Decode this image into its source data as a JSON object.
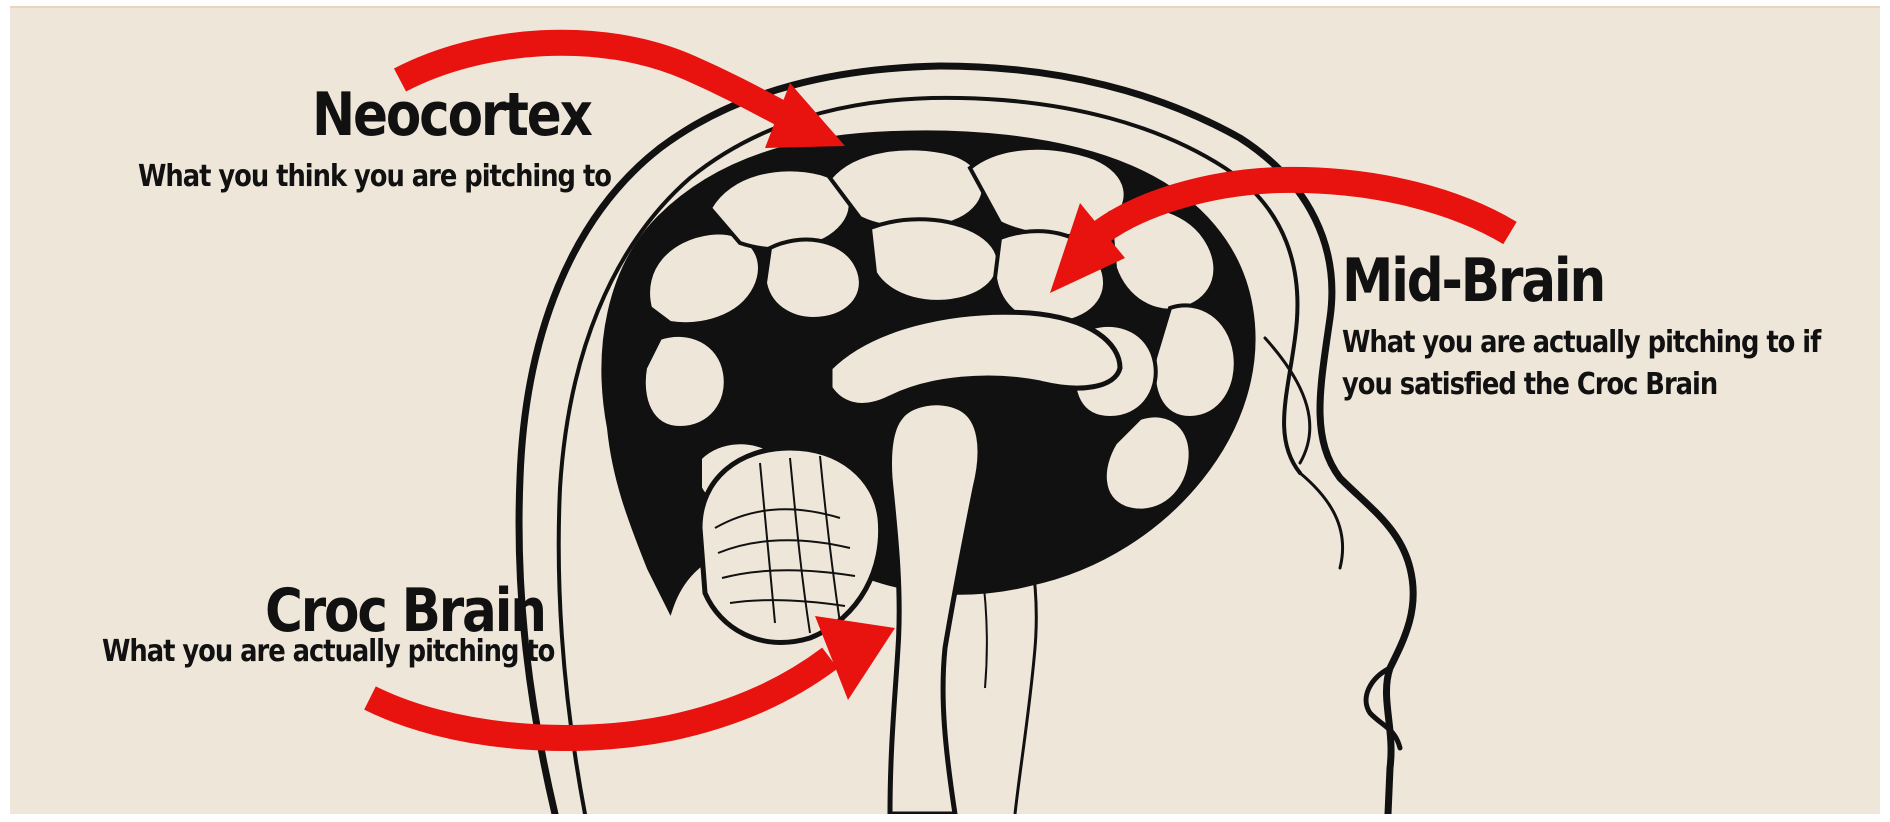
{
  "colors": {
    "background": "#efe6da",
    "arrow": "#e8120e",
    "outline": "#111111",
    "brain_fill": "#efe6da"
  },
  "labels": {
    "neocortex": {
      "title": "Neocortex",
      "subtitle": "What you think you are pitching to"
    },
    "midbrain": {
      "title": "Mid-Brain",
      "subtitle_line1": "What you are actually pitching to if",
      "subtitle_line2": "you satisfied the Croc Brain"
    },
    "croc": {
      "title": "Croc Brain",
      "subtitle": "What you are actually pitching to"
    }
  },
  "icons": {
    "head": "head-silhouette-icon",
    "brain": "brain-cross-section-icon",
    "arrow": "red-curved-arrow-icon"
  }
}
